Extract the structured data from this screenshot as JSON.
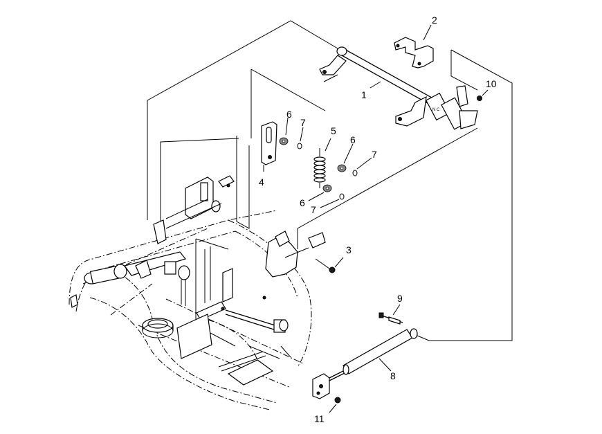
{
  "callouts": {
    "c1": "1",
    "c2": "2",
    "c3": "3",
    "c4": "4",
    "c5": "5",
    "c6a": "6",
    "c6b": "6",
    "c6c": "6",
    "c7a": "7",
    "c7b": "7",
    "c7c": "7",
    "c8": "8",
    "c9": "9",
    "c10": "10",
    "c11": "11"
  },
  "icons": {
    "shaft": "rod-shaft-icon",
    "bracket": "bracket-icon",
    "spring": "spring-icon",
    "damper": "gas-damper-icon"
  }
}
